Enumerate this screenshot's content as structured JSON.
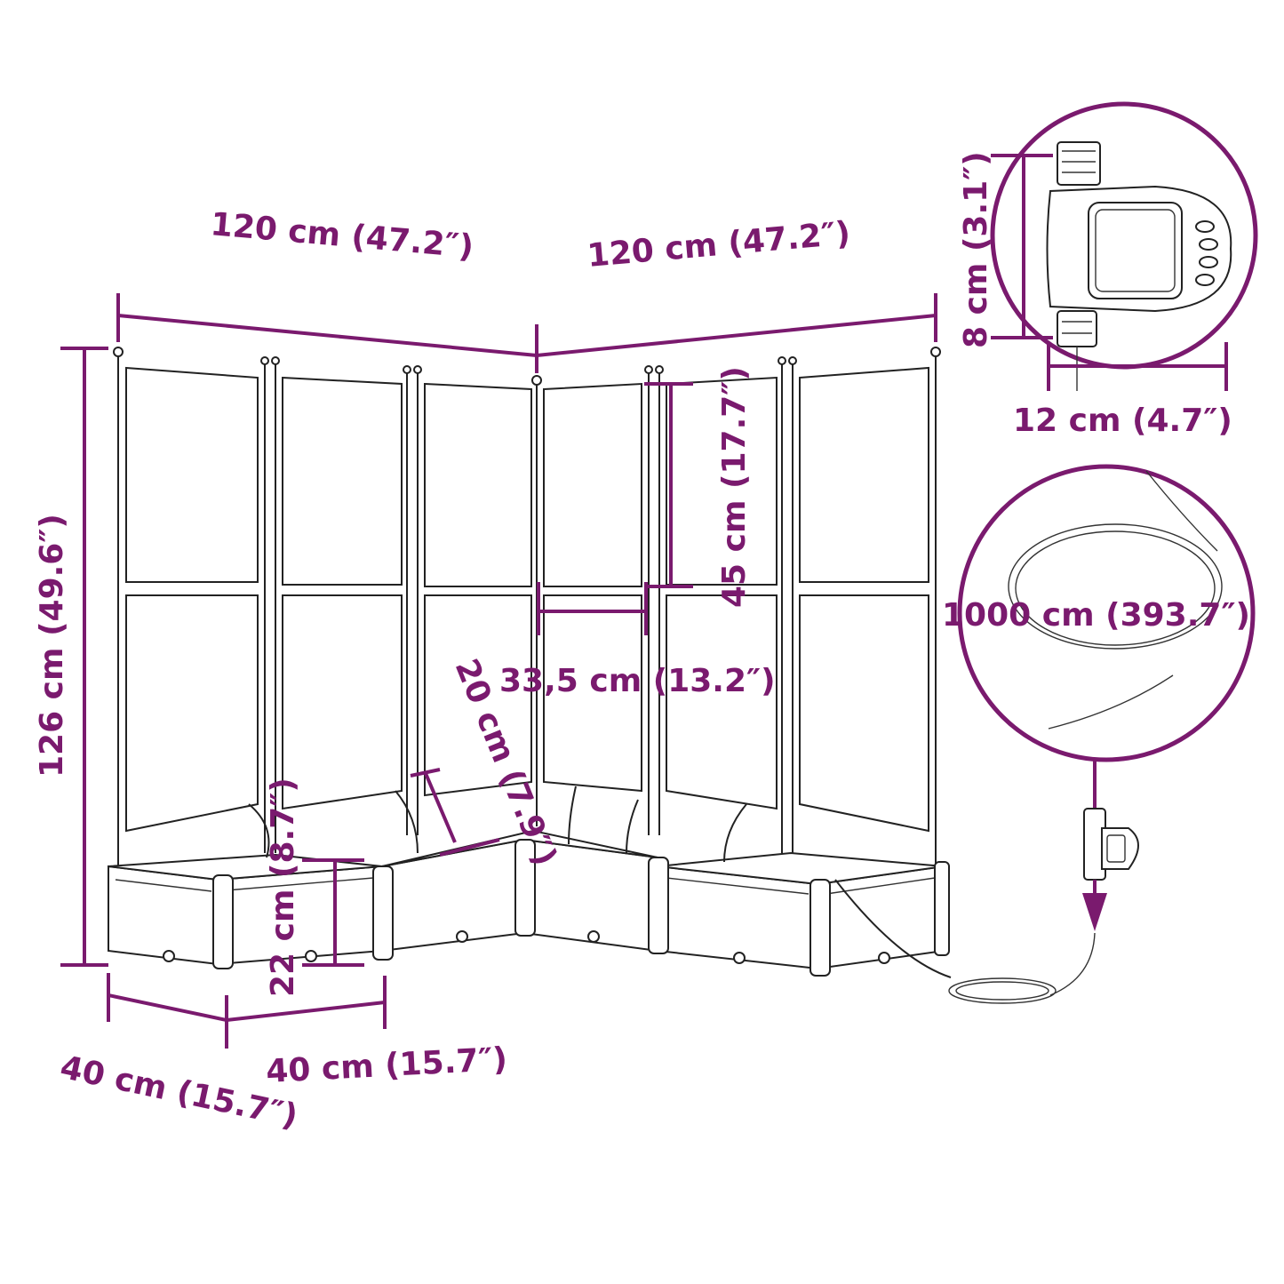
{
  "colors": {
    "dimension": "#7a1a6e",
    "drawing": "#222222",
    "background": "#ffffff"
  },
  "dimensions": {
    "left_width": "120 cm (47.2″)",
    "right_width": "120 cm (47.2″)",
    "height": "126 cm (49.6″)",
    "depth_left": "40 cm (15.7″)",
    "depth_front": "40 cm (15.7″)",
    "box_height": "22 cm (8.7″)",
    "spike_height": "20 cm (7.9″)",
    "panel_height": "45 cm (17.7″)",
    "panel_width": "33,5 cm (13.2″)",
    "timer_height": "8 cm (3.1″)",
    "timer_width": "12 cm (4.7″)",
    "hose_length": "1000 cm (393.7″)"
  },
  "icons": [
    "water-timer-icon",
    "hose-coil-icon",
    "arrow-down-icon"
  ]
}
